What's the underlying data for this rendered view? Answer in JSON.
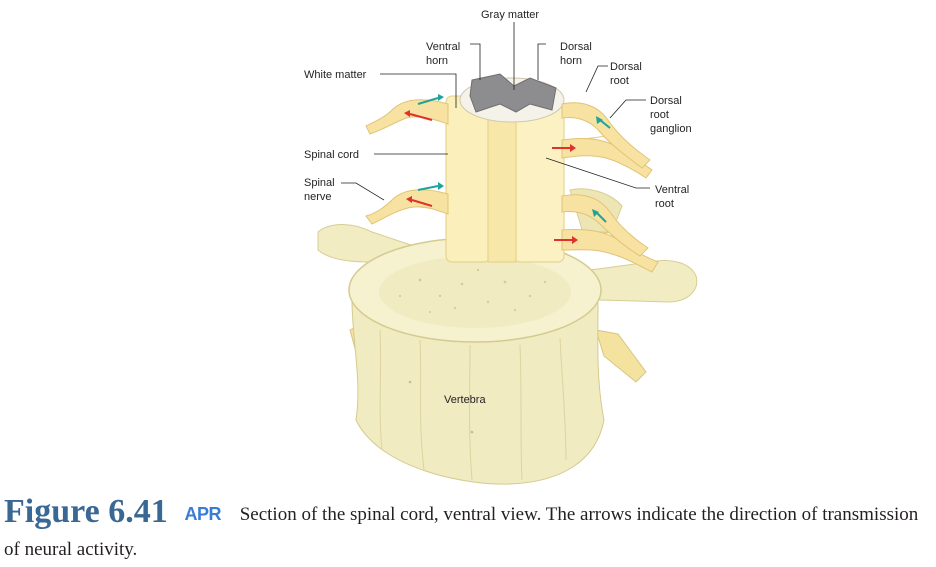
{
  "figure": {
    "labels": {
      "gray_matter": "Gray matter",
      "ventral_horn": [
        "Ventral",
        "horn"
      ],
      "dorsal_horn": [
        "Dorsal",
        "horn"
      ],
      "white_matter": "White matter",
      "dorsal_root": [
        "Dorsal",
        "root"
      ],
      "dorsal_root_ganglion": [
        "Dorsal",
        "root",
        "ganglion"
      ],
      "spinal_cord": "Spinal cord",
      "spinal_nerve": [
        "Spinal",
        "nerve"
      ],
      "ventral_root": [
        "Ventral",
        "root"
      ],
      "vertebra": "Vertebra"
    },
    "colors": {
      "bone": "#f4eec4",
      "bone_shadow": "#d9cf93",
      "cord": "#fbefbb",
      "nerve": "#f7e2a2",
      "gray_matter": "#8d8c8f",
      "teal_arrow": "#1fa39a",
      "red_arrow": "#e0312b"
    }
  },
  "caption": {
    "figure_number": "Figure 6.41",
    "badge": "APR",
    "text": "Section of the spinal cord, ventral view. The arrows indicate the direction of transmission of neural activity."
  }
}
